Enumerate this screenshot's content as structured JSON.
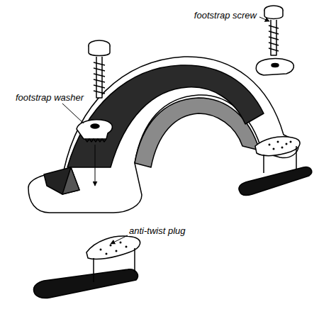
{
  "diagram": {
    "labels": [
      "footstrap screw",
      "footstrap washer",
      "anti-twist plug"
    ]
  }
}
